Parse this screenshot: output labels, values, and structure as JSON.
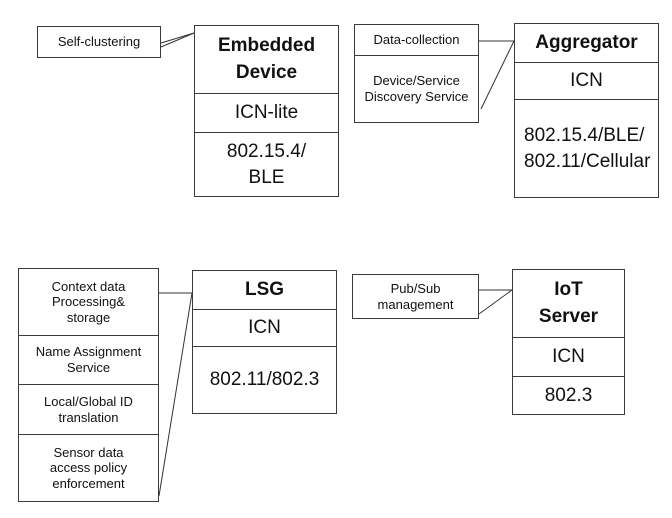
{
  "embedded": {
    "side": "Self-clustering",
    "title": "Embedded Device",
    "protocol": "ICN-lite",
    "link": "802.15.4/ BLE"
  },
  "aggregator": {
    "side1": "Data-collection",
    "side2": "Device/Service Discovery Service",
    "title": "Aggregator",
    "protocol": "ICN",
    "link": "802.15.4/BLE/802.11/Cellular"
  },
  "lsg": {
    "side1": "Context data Processing& storage",
    "side2": "Name Assignment Service",
    "side3": "Local/Global ID translation",
    "side4": "Sensor data access policy enforcement",
    "title": "LSG",
    "protocol": "ICN",
    "link": "802.11/802.3"
  },
  "iot": {
    "side": "Pub/Sub management",
    "title": "IoT Server",
    "protocol": "ICN",
    "link": "802.3"
  }
}
